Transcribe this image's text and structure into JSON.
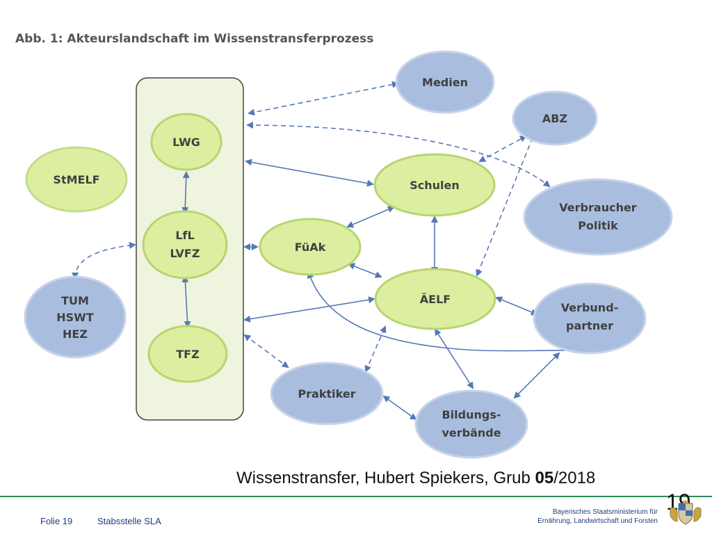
{
  "figure": {
    "title": "Abb. 1: Akteurslandschaft im Wissenstransferprozess"
  },
  "colors": {
    "green_fill": "#dcefa0",
    "green_stroke": "#b8d470",
    "blue_fill": "#a9bedf",
    "blue_stroke": "#c8d4e8",
    "arrow": "#5578b6",
    "group_fill": "#eef4dd",
    "footer_line": "#2e8b57",
    "footer_text": "#1f3a7a"
  },
  "nodes": {
    "lwg": "LWG",
    "lfl": [
      "LfL",
      "LVFZ"
    ],
    "tfz": "TFZ",
    "stmelf": "StMELF",
    "tum": [
      "TUM",
      "HSWT",
      "HEZ"
    ],
    "medien": "Medien",
    "abz": "ABZ",
    "schulen": "Schulen",
    "verbraucher": [
      "Verbraucher",
      "Politik"
    ],
    "fueak": "FüAk",
    "aelf": "ÄELF",
    "verbund": [
      "Verbund-",
      "partner"
    ],
    "praktiker": "Praktiker",
    "bildung": [
      "Bildungs-",
      "verbände"
    ]
  },
  "caption": {
    "prefix": "Wissenstransfer, Hubert Spiekers, Grub ",
    "bold": "05",
    "suffix": "/2018"
  },
  "footer": {
    "slide_label": "Folie 19",
    "department": "Stabsstelle SLA",
    "ministry_line1": "Bayerisches Staatsministerium für",
    "ministry_line2": "Ernährung, Landwirtschaft und Forsten",
    "page_number": "19",
    "crest": "bavarian-coat-of-arms"
  }
}
